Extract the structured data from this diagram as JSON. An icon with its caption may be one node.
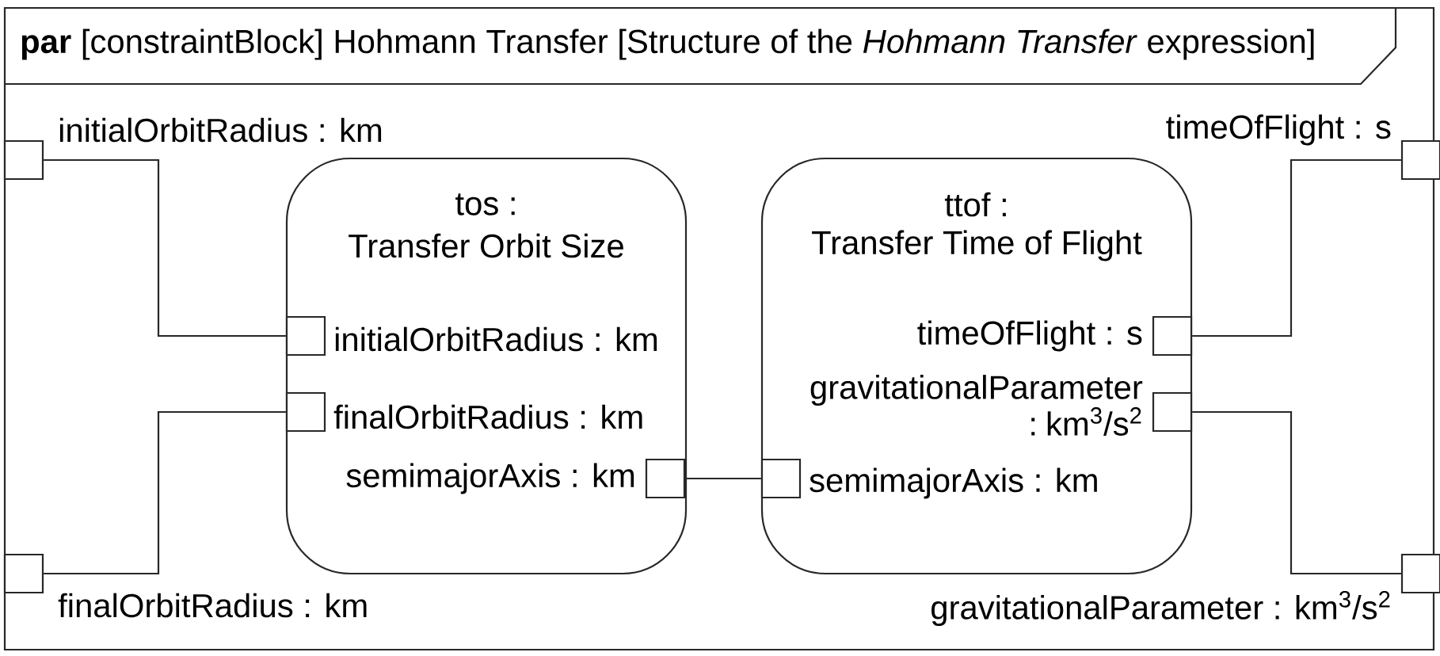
{
  "diagram": {
    "title": "**par** [constraintBlock] Hohmann Transfer [Structure of the *Hohmann Transfer* expression]",
    "nodes": [
      {
        "text": [],
        "shape": "box",
        "beside": [
          "initialOrbitRadius : km"
        ]
      },
      {
        "text": [],
        "shape": "box",
        "beside": [
          "finalOrbitRadius : km"
        ]
      },
      {
        "text": [
          "tos :",
          "Transfer Orbit Size"
        ]
      },
      {
        "text": [],
        "shape": "box",
        "in": 2,
        "beside": [
          "initialOrbitRadius : km"
        ]
      },
      {
        "text": [],
        "shape": "box",
        "in": 2,
        "beside": [
          "finalOrbitRadius : km"
        ]
      },
      {
        "text": [],
        "shape": "box",
        "in": 2,
        "beside": [
          "semimajorAxis : km"
        ]
      },
      {
        "text": [
          "ttof :",
          "Transfer Time of Flight"
        ]
      },
      {
        "text": [],
        "shape": "box",
        "in": 6,
        "beside": [
          "timeOfFlight : s"
        ]
      },
      {
        "text": [],
        "shape": "box",
        "in": 6,
        "beside": [
          "gravitationalParameter : km$^{3}$/s$^{2}$"
        ]
      },
      {
        "text": [],
        "shape": "box",
        "in": 6,
        "beside": [
          "semimajorAxis : km"
        ]
      },
      {
        "text": [],
        "shape": "box",
        "beside": [
          "timeOfFlight : s"
        ]
      },
      {
        "text": [],
        "shape": "box",
        "beside": [
          "gravitationalParameter : km$^{3}$/s$^{2}$"
        ]
      }
    ],
    "edges": [
      {
        "from": 0,
        "to": 3,
        "arrow": "none"
      },
      {
        "from": 1,
        "to": 4,
        "arrow": "none"
      },
      {
        "from": 5,
        "to": 9,
        "arrow": "none"
      },
      {
        "from": 7,
        "to": 10,
        "arrow": "none"
      },
      {
        "from": 8,
        "to": 11,
        "arrow": "none"
      }
    ]
  }
}
